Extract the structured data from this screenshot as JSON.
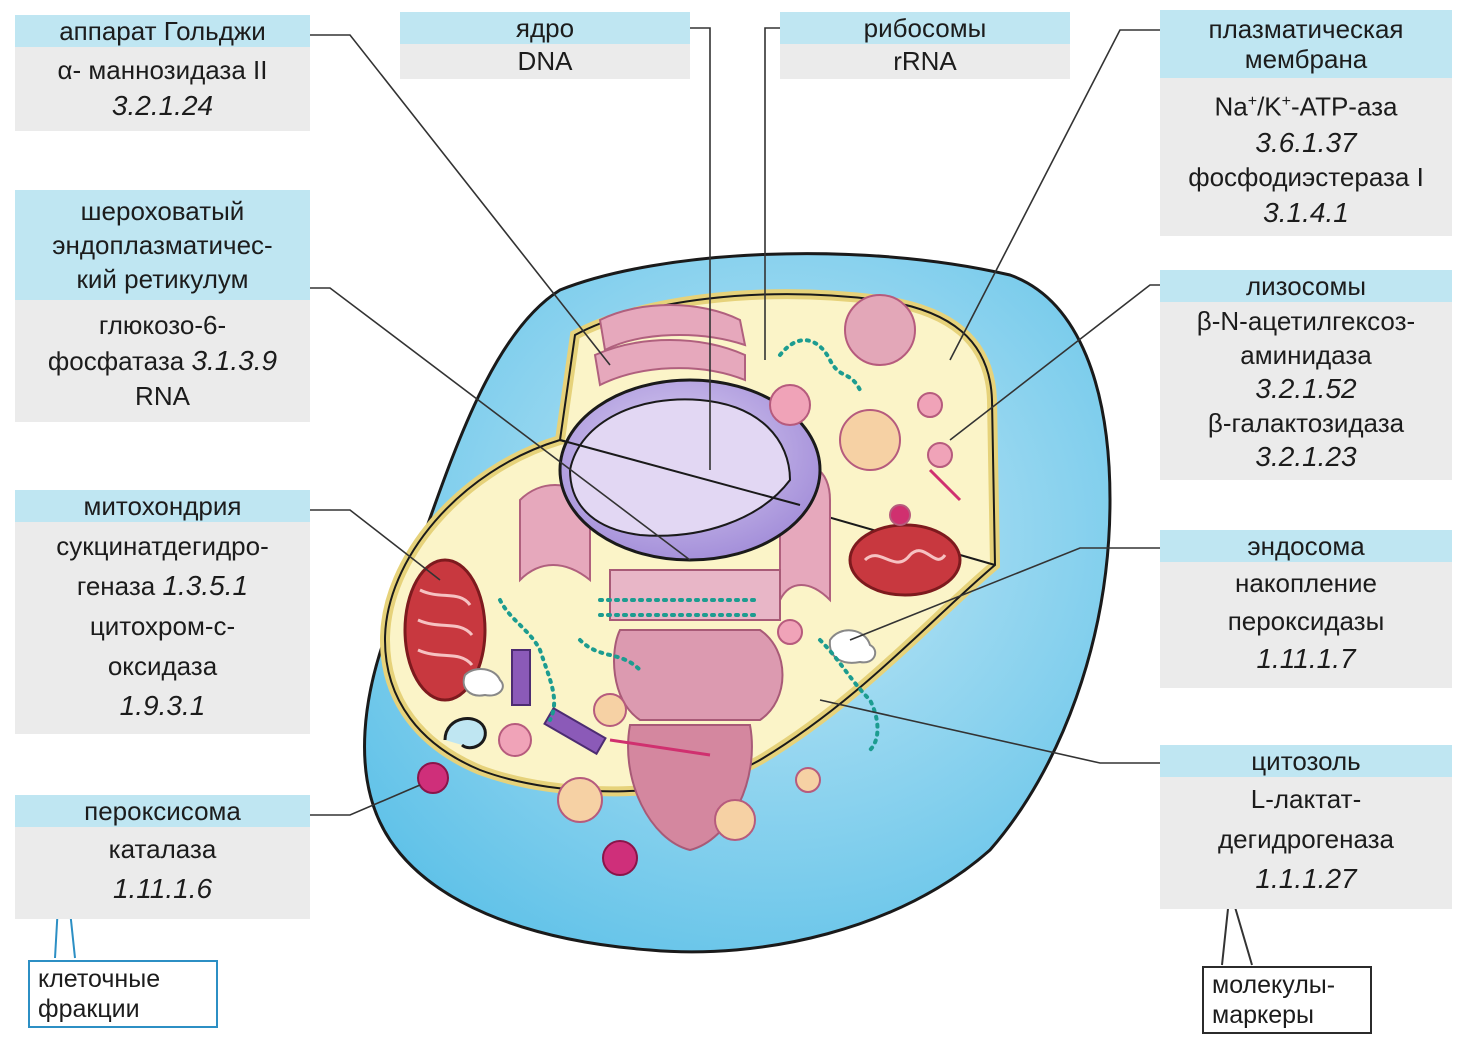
{
  "labels": {
    "golgi": {
      "title": "аппарат Гольджи",
      "line1": "α- маннозидаза II",
      "ec": "3.2.1.24"
    },
    "nucleus": {
      "title": "ядро",
      "line1": "DNA"
    },
    "ribosomes": {
      "title": "рибосомы",
      "line1": "rRNA"
    },
    "plasma_membrane": {
      "title1": "плазматическая",
      "title2": "мембрана",
      "enzyme1_a": "Na",
      "enzyme1_sup1": "+",
      "enzyme1_b": "/K",
      "enzyme1_sup2": "+",
      "enzyme1_c": "-ATP-аза",
      "ec1": "3.6.1.37",
      "enzyme2": "фосфодиэстераза I",
      "ec2": "3.1.4.1"
    },
    "rough_er": {
      "title1": "шероховатый",
      "title2": "эндоплазматичес-",
      "title3": "кий ретикулум",
      "line1": "глюкозо-6-",
      "line2": "фосфатаза",
      "ec": "3.1.3.9",
      "line3": "RNA"
    },
    "lysosomes": {
      "title": "лизосомы",
      "line1": "β-N-ацетилгексоз-",
      "line2": "аминидаза",
      "ec1": "3.2.1.52",
      "line3": "β-галактозидаза",
      "ec2": "3.2.1.23"
    },
    "mitochondria": {
      "title": "митохондрия",
      "line1": "сукцинатдегидро-",
      "line2": "геназа",
      "ec1": "1.3.5.1",
      "line3": "цитохром-с-",
      "line4": "оксидаза",
      "ec2": "1.9.3.1"
    },
    "endosome": {
      "title": "эндосома",
      "line1": "накопление",
      "line2": "пероксидазы",
      "ec": "1.11.1.7"
    },
    "peroxisome": {
      "title": "пероксисома",
      "line1": "каталаза",
      "ec": "1.11.1.6"
    },
    "cytosol": {
      "title": "цитозоль",
      "line1": "L-лактат-",
      "line2": "дегидрогеназа",
      "ec": "1.1.1.27"
    }
  },
  "legend": {
    "cell_fractions_1": "клеточные",
    "cell_fractions_2": "фракции",
    "markers_1": "молекулы-",
    "markers_2": "маркеры"
  },
  "colors": {
    "header_bg": "#bfe6f2",
    "body_bg": "#ebebeb",
    "cytoplasm_outer": "#6ec8ea",
    "cytoplasm_inner": "#fbf4c8",
    "nucleus": "#b6a2e0",
    "mitochondria": "#c8383f",
    "organelles_pink": "#e6a8bc",
    "legend_blue": "#2c8fc4"
  }
}
